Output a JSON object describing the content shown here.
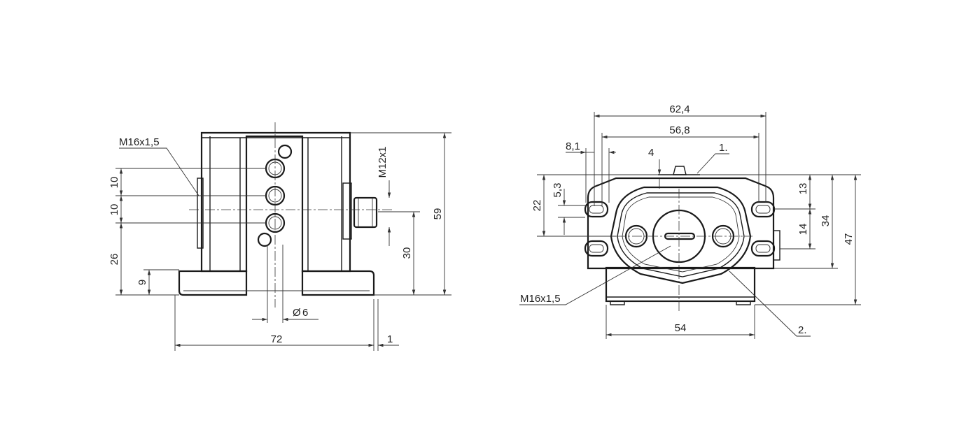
{
  "left_view": {
    "thread_label": "M16x1,5",
    "connector_label": "M12x1",
    "dim_10_upper": "10",
    "dim_10_lower": "10",
    "dim_26": "26",
    "dim_9": "9",
    "dim_59": "59",
    "dim_30": "30",
    "dim_diameter": "6",
    "dim_72": "72",
    "dim_1": "1"
  },
  "right_view": {
    "dim_62_4": "62,4",
    "dim_56_8": "56,8",
    "dim_8_1": "8,1",
    "dim_4": "4",
    "callout_1": "1.",
    "callout_2": "2.",
    "dim_22": "22",
    "dim_5_3": "5,3",
    "dim_13": "13",
    "dim_14": "14",
    "dim_34": "34",
    "dim_47": "47",
    "thread_label": "M16x1,5",
    "dim_54": "54"
  }
}
